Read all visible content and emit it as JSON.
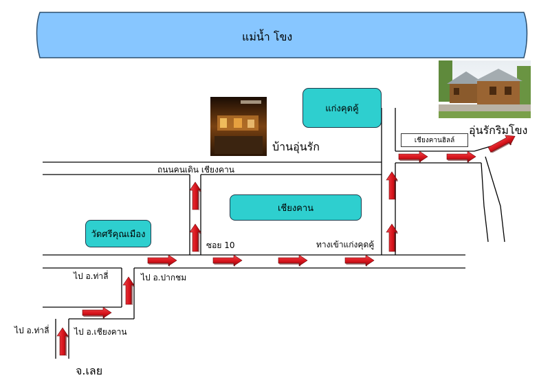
{
  "colors": {
    "river_fill": "#87c6ff",
    "river_stroke": "#2a4e6e",
    "place_box_fill": "#2ecfcf",
    "arrow_fill": "#d8141c",
    "road_stroke": "#000000"
  },
  "river": {
    "label": "แม่น้ำ โขง"
  },
  "places": {
    "kaeng_khut_khu": "แก่งคุดคู้",
    "chiang_khan": "เชียงคาน",
    "wat_si_khun_mueang": "วัดศรีคุณเมือง"
  },
  "photos": {
    "baan_un_rak": "บ้านอุ่นรัก",
    "un_rak_rim_khong": "อุ่นรักริมโขง"
  },
  "streets": {
    "walking_street": "ถนนคนเดิน เชียงคาน",
    "soi_10": "ซอย 10",
    "kaeng_khut_khu_entrance": "ทางเข้าแก่งคุดคู้",
    "chiang_khan_hill": "เชียงคานฮิลล์"
  },
  "directions": {
    "to_tha_li_upper": "ไป อ.ท่าลี่",
    "to_pak_chom": "ไป อ.ปากชม",
    "to_tha_li_lower": "ไป อ.ท่าลี่",
    "to_chiang_khan_district": "ไป อ.เชียงคาน",
    "loei_province": "จ.เลย"
  },
  "icons": {
    "arrow": "red-3d-arrow",
    "photo_homestay": "photo-thumbnail",
    "photo_riverside_resort": "photo-thumbnail"
  }
}
